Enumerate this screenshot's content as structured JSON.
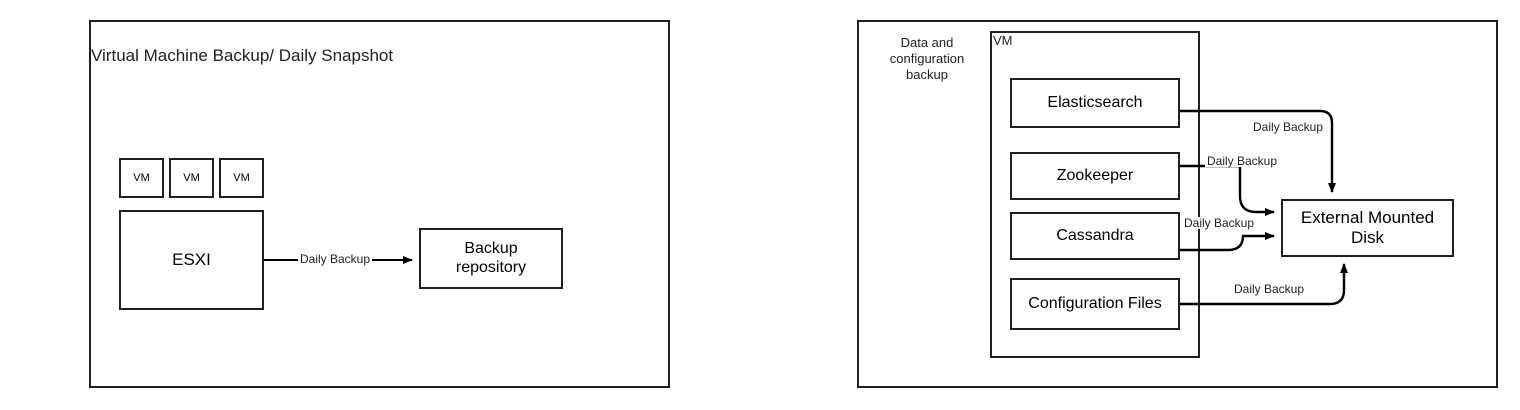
{
  "diagram": {
    "type": "flowchart",
    "title_left": "Virtual Machine Backup/ Daily Snapshot",
    "panels": [
      {
        "id": "left-panel",
        "caption": "Virtual Machine Backup/ Daily Snapshot"
      },
      {
        "id": "right-panel",
        "caption": "Data and\nconfiguration\nbackup"
      }
    ],
    "left": {
      "caption": "Virtual Machine Backup/ Daily Snapshot",
      "vm_boxes": [
        {
          "label": "VM"
        },
        {
          "label": "VM"
        },
        {
          "label": "VM"
        }
      ],
      "esxi": {
        "label": "ESXI"
      },
      "repository": {
        "label": "Backup\nrepository"
      },
      "edges": [
        {
          "from": "ESXI",
          "to": "Backup repository",
          "label": "Daily Backup"
        }
      ]
    },
    "right": {
      "group_label": "Data and\nconfiguration\nbackup",
      "vm_container": {
        "label": "VM"
      },
      "services": [
        {
          "label": "Elasticsearch"
        },
        {
          "label": "Zookeeper"
        },
        {
          "label": "Cassandra"
        },
        {
          "label": "Configuration Files"
        }
      ],
      "target": {
        "label": "External Mounted\nDisk"
      },
      "edges": [
        {
          "from": "Elasticsearch",
          "to": "External Mounted Disk",
          "label": "Daily Backup"
        },
        {
          "from": "Zookeeper",
          "to": "External Mounted Disk",
          "label": "Daily Backup"
        },
        {
          "from": "Cassandra",
          "to": "External Mounted Disk",
          "label": "Daily Backup"
        },
        {
          "from": "Configuration Files",
          "to": "External Mounted Disk",
          "label": "Daily Backup"
        }
      ]
    },
    "colors": {
      "stroke": "#1f1f1f",
      "background": "#ffffff",
      "text": "#1f1f1f"
    }
  }
}
